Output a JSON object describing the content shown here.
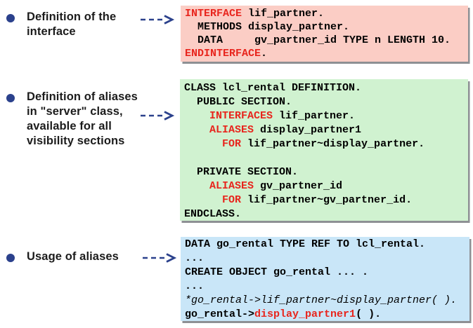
{
  "colors": {
    "bullet_navy": "#2b418c",
    "arrow_navy": "#2b418c",
    "keyword_red": "#e8251d",
    "code_black": "#000000",
    "box1_bg": "#fbcdc5",
    "box2_bg": "#d0f2d0",
    "box3_bg": "#c9e6f8",
    "shadow_gray": "#8e9094",
    "page_bg": "#ffffff"
  },
  "bullet_items": [
    {
      "lines": [
        "Definition of the",
        "interface"
      ]
    },
    {
      "lines": [
        "Definition of aliases",
        "in \"server\" class,",
        "available for all",
        "visibility sections"
      ]
    },
    {
      "lines": [
        "Usage of aliases"
      ]
    }
  ],
  "code_boxes": [
    {
      "title": "interface-definition",
      "bg": "#fbcdc5",
      "lines": [
        [
          {
            "t": "INTERFACE",
            "s": "kw"
          },
          {
            "t": " lif_partner."
          }
        ],
        [
          {
            "t": "  METHODS display_partner."
          }
        ],
        [
          {
            "t": "  DATA     gv_partner_id TYPE n LENGTH 10."
          }
        ],
        [
          {
            "t": "ENDINTERFACE",
            "s": "kw"
          },
          {
            "t": "."
          }
        ]
      ]
    },
    {
      "title": "class-definition-with-aliases",
      "bg": "#d0f2d0",
      "lines": [
        [
          {
            "t": "CLASS lcl_rental DEFINITION."
          }
        ],
        [
          {
            "t": "  PUBLIC SECTION."
          }
        ],
        [
          {
            "t": "    "
          },
          {
            "t": "INTERFACES",
            "s": "kw"
          },
          {
            "t": " lif_partner."
          }
        ],
        [
          {
            "t": "    "
          },
          {
            "t": "ALIASES",
            "s": "kw"
          },
          {
            "t": " display_partner1"
          }
        ],
        [
          {
            "t": "      "
          },
          {
            "t": "FOR",
            "s": "kw"
          },
          {
            "t": " lif_partner~display_partner."
          }
        ],
        [],
        [
          {
            "t": "  PRIVATE SECTION."
          }
        ],
        [
          {
            "t": "    "
          },
          {
            "t": "ALIASES",
            "s": "kw"
          },
          {
            "t": " gv_partner_id"
          }
        ],
        [
          {
            "t": "      "
          },
          {
            "t": "FOR",
            "s": "kw"
          },
          {
            "t": " lif_partner~gv_partner_id."
          }
        ],
        [
          {
            "t": "ENDCLASS."
          }
        ]
      ]
    },
    {
      "title": "alias-usage",
      "bg": "#c9e6f8",
      "lines": [
        [
          {
            "t": "DATA go_rental TYPE REF TO lcl_rental."
          }
        ],
        [
          {
            "t": "..."
          }
        ],
        [
          {
            "t": "CREATE OBJECT go_rental ... ."
          }
        ],
        [
          {
            "t": "..."
          }
        ],
        [
          {
            "t": "*go_rental->lif_partner~display_partner( ).",
            "s": "cm"
          }
        ],
        [
          {
            "t": "go_rental->"
          },
          {
            "t": "display_partner1",
            "s": "kw"
          },
          {
            "t": "( )."
          }
        ]
      ]
    }
  ]
}
